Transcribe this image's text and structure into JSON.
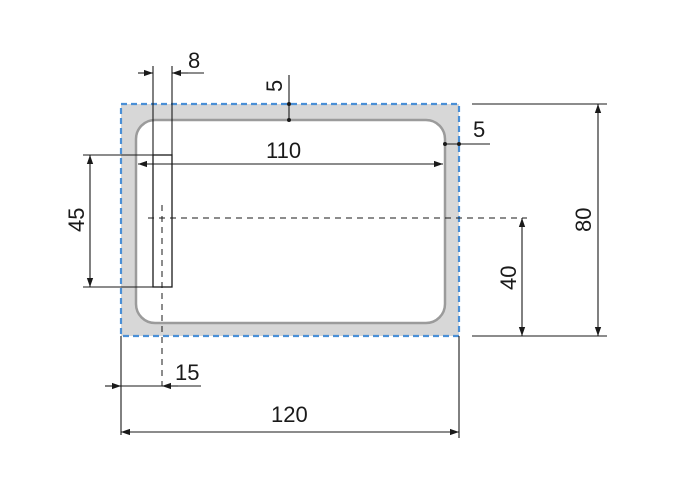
{
  "colors": {
    "frame_fill": "#d7d7d7",
    "inner_fill": "#ffffff",
    "inner_stroke": "#9b9b9b",
    "border_dashed": "#4a8fd6",
    "line": "#1a1a1a"
  },
  "dimensions": {
    "overall_width": "120",
    "overall_height": "80",
    "inner_width": "110",
    "border_top": "5",
    "border_right": "5",
    "slot_width": "8",
    "slot_height": "45",
    "slot_offset": "15",
    "center_height": "40"
  }
}
